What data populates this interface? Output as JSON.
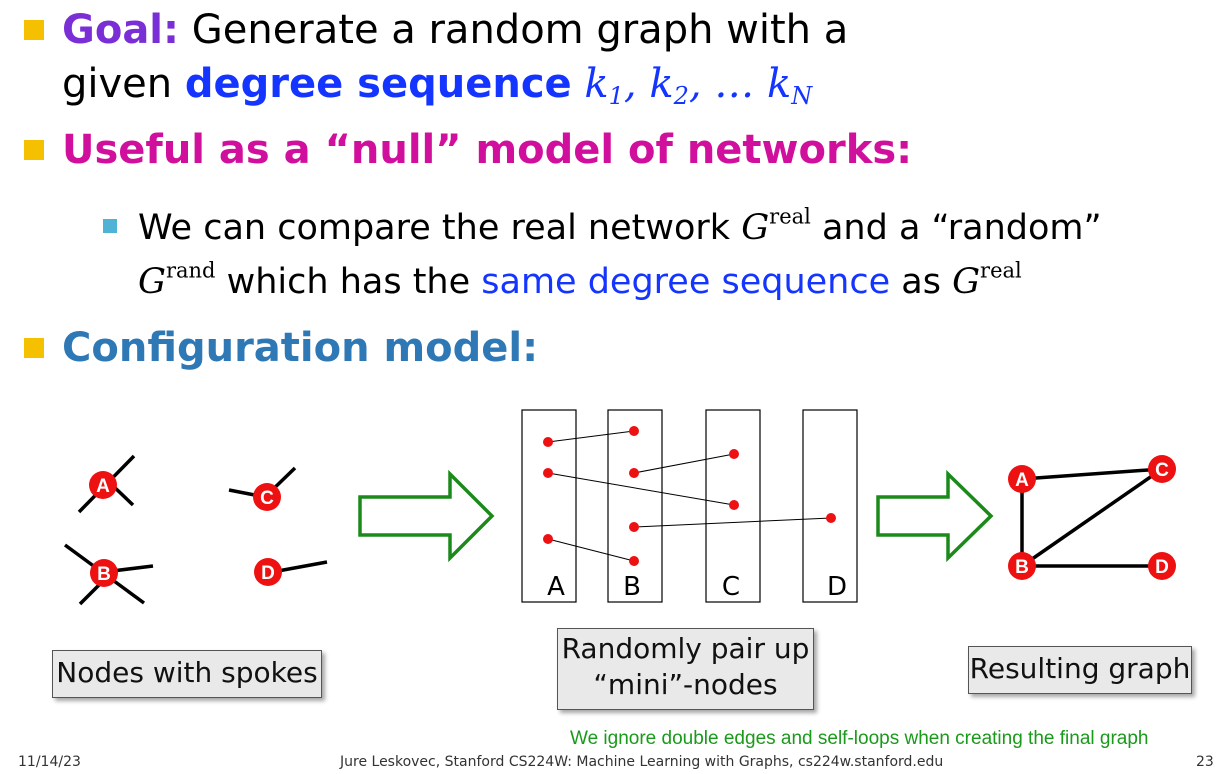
{
  "bullets": {
    "goal_label": "Goal:",
    "goal_text_1": " Generate a random graph with a",
    "goal_text_2": "given ",
    "goal_emph": "degree sequence",
    "seq_k": "k",
    "seq_1": "1",
    "seq_sep1": ", k",
    "seq_2": "2",
    "seq_dots": ", … k",
    "seq_n": "N",
    "useful": "Useful as a “null” model of networks:",
    "sub1_a": "We can compare the real network ",
    "g": "G",
    "real": "real",
    "sub1_b": " and a “random”",
    "rand": "rand",
    "sub2_a": " which has the ",
    "sub2_emph": "same degree sequence",
    "sub2_b": " as ",
    "config": "Configuration model:"
  },
  "diagram": {
    "node_a": "A",
    "node_b": "B",
    "node_c": "C",
    "node_d": "D",
    "col_a": "A",
    "col_b": "B",
    "col_c": "C",
    "col_d": "D",
    "box_left": "Nodes with spokes",
    "box_mid_1": "Randomly pair up",
    "box_mid_2": "“mini”-nodes",
    "box_right": "Resulting graph",
    "note": "We ignore double edges and self-loops when creating the final graph",
    "colors": {
      "node": "#ee1111",
      "arrow": "#1b8a1b",
      "dot": "#ee1111"
    }
  },
  "footer": {
    "date": "11/14/23",
    "credit": "Jure Leskovec, Stanford CS224W: Machine Learning with Graphs, cs224w.stanford.edu",
    "page": "23"
  }
}
